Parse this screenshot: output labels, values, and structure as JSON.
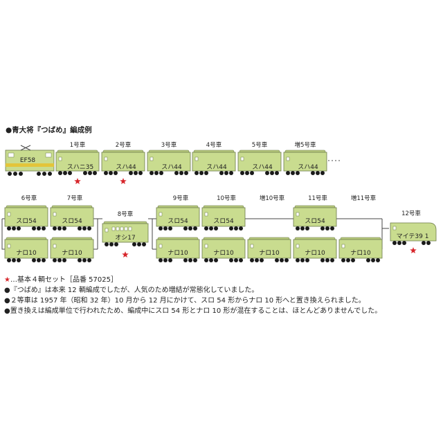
{
  "title": "●青大将『つばめ』編成例",
  "colors": {
    "car_body": "#c9dc8f",
    "car_stroke": "#6b7a4a",
    "wheel": "#1a1a1a",
    "star": "#d7262b",
    "locomotive_band": "#e3c53a"
  },
  "locomotive": {
    "label": "EF58"
  },
  "row1": [
    {
      "no": "1号車",
      "cls": "スハニ35",
      "star": true
    },
    {
      "no": "2号車",
      "cls": "スハ44",
      "star": true
    },
    {
      "no": "3号車",
      "cls": "スハ44",
      "star": false
    },
    {
      "no": "4号車",
      "cls": "スハ44",
      "star": false
    },
    {
      "no": "5号車",
      "cls": "スハ44",
      "star": false
    },
    {
      "no": "増5号車",
      "cls": "スハ44",
      "star": false
    }
  ],
  "row2_top": [
    {
      "no": "6号車",
      "cls": "スロ54"
    },
    {
      "no": "7号車",
      "cls": "スロ54"
    },
    {
      "no": "9号車",
      "cls": "スロ54"
    },
    {
      "no": "10号車",
      "cls": "スロ54"
    },
    {
      "no": "増10号車",
      "cls": ""
    },
    {
      "no": "11号車",
      "cls": "スロ54"
    },
    {
      "no": "増11号車",
      "cls": ""
    }
  ],
  "row2_bottom": [
    {
      "cls": "ナロ10"
    },
    {
      "cls": "ナロ10"
    },
    {
      "cls": "ナロ10"
    },
    {
      "cls": "ナロ10"
    },
    {
      "cls": "ナロ10"
    },
    {
      "cls": "ナロ10"
    },
    {
      "cls": "ナロ10"
    }
  ],
  "dining": {
    "no": "8号車",
    "cls": "オシ17",
    "star": true
  },
  "observation": {
    "no": "12号車",
    "cls": "マイテ39 1",
    "star": true
  },
  "notes": [
    {
      "prefix": "★",
      "text": "…基本４輌セット［品番 57025］"
    },
    {
      "prefix": "●",
      "text": "『つばめ』は本来 12 輌編成でしたが、人気のため増結が常態化していました。"
    },
    {
      "prefix": "●",
      "text": "２等車は 1957 年（昭和 32 年）10 月から 12 月にかけて、スロ 54 形からナロ 10 形へと置き換えられました。"
    },
    {
      "prefix": "●",
      "text": "置き換えは編成単位で行われたため、編成中にスロ 54 形とナロ 10 形が混在することは、ほとんどありませんでした。"
    }
  ]
}
